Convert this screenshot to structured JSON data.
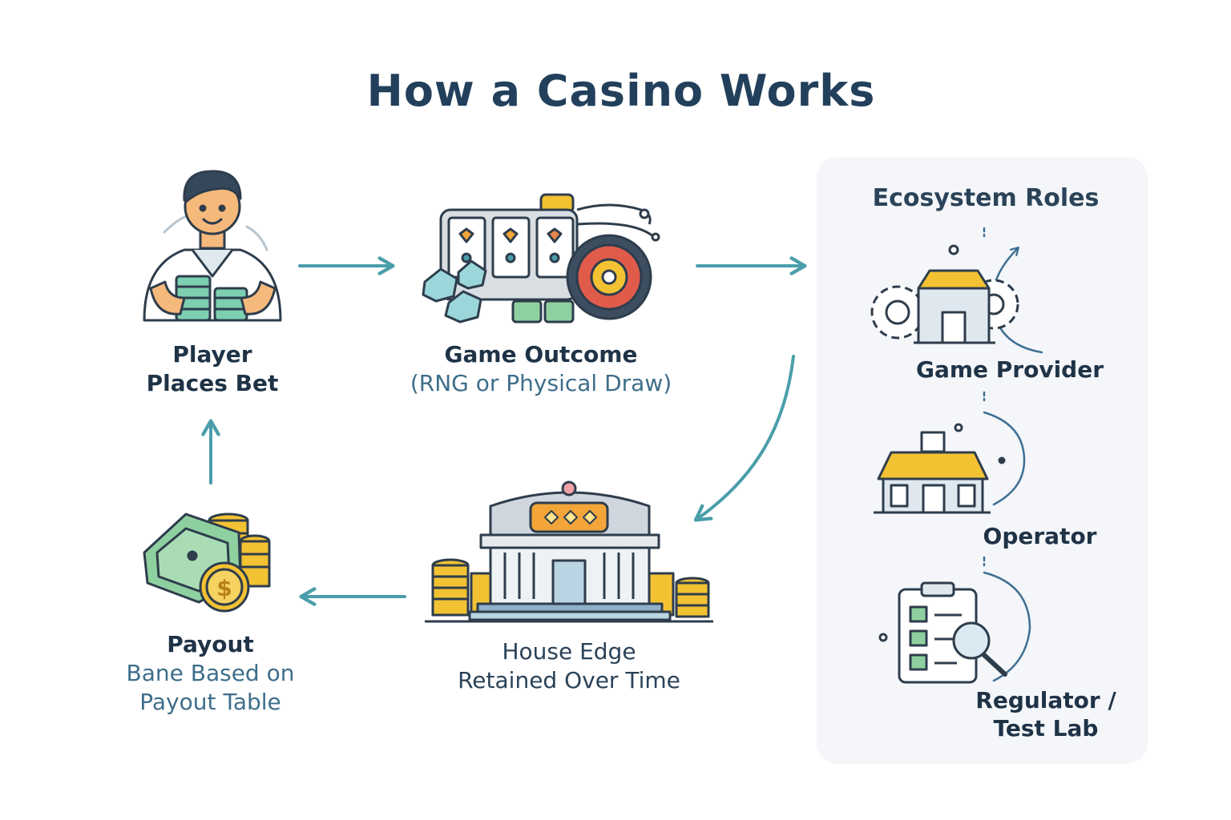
{
  "title": "How a Casino Works",
  "steps": {
    "player": {
      "line1": "Player",
      "line2": "Places Bet"
    },
    "outcome": {
      "line1": "Game Outcome",
      "line2": "(RNG or Physical Draw)"
    },
    "house": {
      "line1": "House Edge",
      "line2": "Retained Over Time"
    },
    "payout": {
      "line1": "Payout",
      "line2": "Bane Based on",
      "line3": "Payout Table"
    }
  },
  "ecosystem": {
    "title": "Ecosystem Roles",
    "roles": [
      {
        "label": "Game Provider"
      },
      {
        "label": "Operator"
      },
      {
        "line1": "Regulator /",
        "line2": "Test Lab"
      }
    ]
  },
  "colors": {
    "arrow": "#4a9eaa",
    "outline": "#2e3d4c",
    "gold": "#f3c233",
    "money": "#8fd0a0",
    "panel": "#f4f6f9"
  },
  "icons": [
    "player-icon",
    "slot-machine-icon",
    "casino-building-icon",
    "money-payout-icon",
    "game-provider-icon",
    "operator-store-icon",
    "regulator-clipboard-icon"
  ]
}
